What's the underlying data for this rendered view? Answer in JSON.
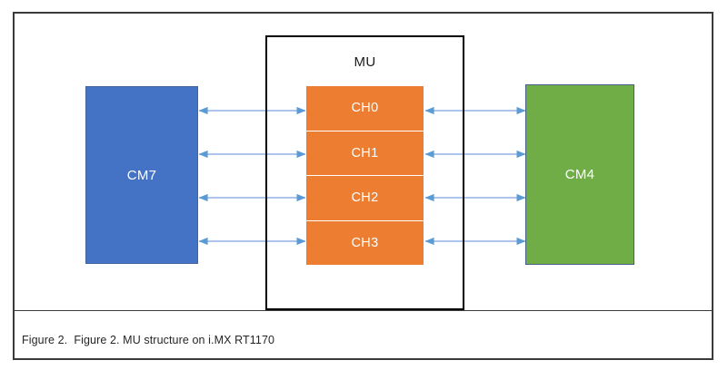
{
  "figure": {
    "caption": "Figure 2.  Figure 2. MU structure on i.MX RT1170",
    "frame_color": "#3a3a3a",
    "background": "#ffffff"
  },
  "diagram": {
    "type": "block-diagram",
    "left_block": {
      "label": "CM7",
      "fill": "#4472C4",
      "text_color": "#ffffff"
    },
    "right_block": {
      "label": "CM4",
      "fill": "#70AD47",
      "text_color": "#ffffff"
    },
    "center_container": {
      "label": "MU",
      "border_color": "#000000",
      "text_color": "#1a1a1a"
    },
    "channels": {
      "fill": "#ED7D31",
      "divider_color": "#ffffff",
      "text_color": "#ffffff",
      "items": [
        {
          "label": "CH0"
        },
        {
          "label": "CH1"
        },
        {
          "label": "CH2"
        },
        {
          "label": "CH3"
        }
      ]
    },
    "connections": {
      "color": "#5B9BD5",
      "style": "double-headed-arrow",
      "left_pairs": [
        {
          "from": "CM7",
          "to": "CH0"
        },
        {
          "from": "CM7",
          "to": "CH1"
        },
        {
          "from": "CM7",
          "to": "CH2"
        },
        {
          "from": "CM7",
          "to": "CH3"
        }
      ],
      "right_pairs": [
        {
          "from": "CH0",
          "to": "CM4"
        },
        {
          "from": "CH1",
          "to": "CM4"
        },
        {
          "from": "CH2",
          "to": "CM4"
        },
        {
          "from": "CH3",
          "to": "CM4"
        }
      ]
    }
  }
}
